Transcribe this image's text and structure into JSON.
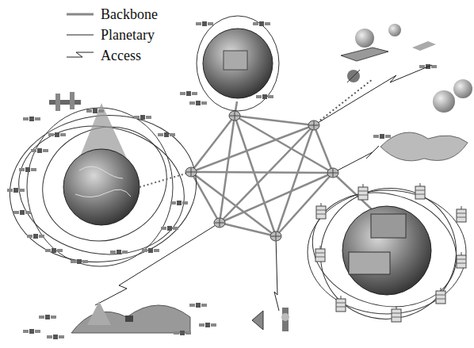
{
  "diagram": {
    "legend": [
      {
        "text": "Backbone"
      },
      {
        "text": "Planetary"
      },
      {
        "text": "Access"
      }
    ]
  }
}
